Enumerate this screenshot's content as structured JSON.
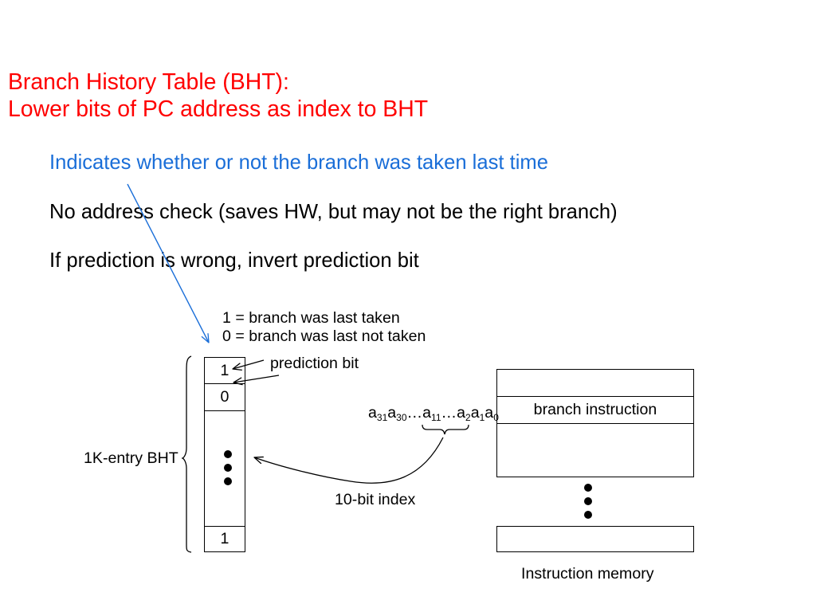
{
  "title": {
    "lines": [
      "Branch History Table (BHT):",
      "Lower bits of PC address as index to BHT"
    ]
  },
  "bullets": [
    {
      "text": "Indicates whether or not the branch was taken last time"
    },
    {
      "text": "No address check (saves HW, but may not be the right branch)"
    },
    {
      "text": "If prediction is wrong, invert prediction bit"
    }
  ],
  "bit_legend": [
    "1 = branch was last taken",
    "0 = branch was last not taken"
  ],
  "bht": {
    "label": "1K-entry BHT",
    "prediction_bit_label": "prediction bit",
    "entries": [
      "1",
      "0",
      "1"
    ]
  },
  "pc_address": {
    "tokens": [
      {
        "text": "a",
        "sub": "31"
      },
      {
        "text": "a",
        "sub": "30"
      },
      {
        "text": "…"
      },
      {
        "text": "a",
        "sub": "11"
      },
      {
        "text": "…"
      },
      {
        "text": "a",
        "sub": "2"
      },
      {
        "text": "a",
        "sub": "1"
      },
      {
        "text": "a",
        "sub": "0"
      }
    ],
    "index_label": "10-bit index"
  },
  "instruction_memory": {
    "label": "Instruction memory",
    "highlighted_entry": "branch instruction"
  },
  "colors": {
    "title": "#ff0000",
    "highlight_text": "#1a6ed8",
    "highlight_arrow": "#1a6ed8",
    "body_text": "#000000"
  }
}
